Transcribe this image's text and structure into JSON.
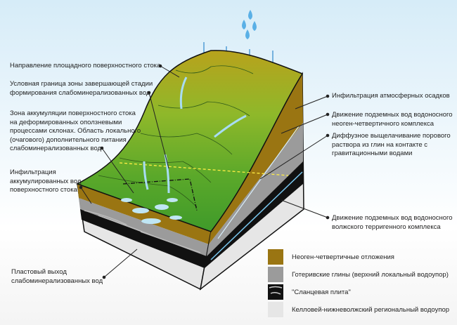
{
  "labels": {
    "surface_runoff_direction": "Направление площадного поверхностного стока",
    "zone_boundary": [
      "Условная граница зоны завершающей стадии",
      "формирования слабоминерализованных вод"
    ],
    "accumulation_zone": [
      "Зона аккумуляции поверхностного стока",
      "на деформированных оползневыми",
      "процессами склонах. Область локального",
      "(очагового) дополнительного питания",
      "слабоминерализованных вод"
    ],
    "infiltration_accumulated": [
      "Инфильтрация",
      "аккумулированных вод",
      "поверхностного стока"
    ],
    "seam_outlet": [
      "Пластовый выход",
      "слабоминерализованных вод"
    ],
    "precipitation_infiltration": "Инфильтрация атмосферных осадков",
    "neogene_groundwater": [
      "Движение подземных вод водоносного",
      "неоген-четвертичного комплекса"
    ],
    "diffuse_leaching": [
      "Диффузное выщелачивание порового",
      "раствора из глин на контакте с",
      "гравитационными водами"
    ],
    "volga_groundwater": [
      "Движение подземных вод водоносного",
      "волжского терригенного комплекса"
    ]
  },
  "legend": [
    {
      "label": "Неоген-четвертичные отложения",
      "color": "#9a7512"
    },
    {
      "label": "Готеривские глины (верхний локальный водоупор)",
      "color": "#9b9b9b"
    },
    {
      "label": "\"Сланцевая плита\"",
      "color": "#111111"
    },
    {
      "label": "Келловей-нижневолжский региональный водоупор",
      "color": "#e6e6e6"
    }
  ]
}
